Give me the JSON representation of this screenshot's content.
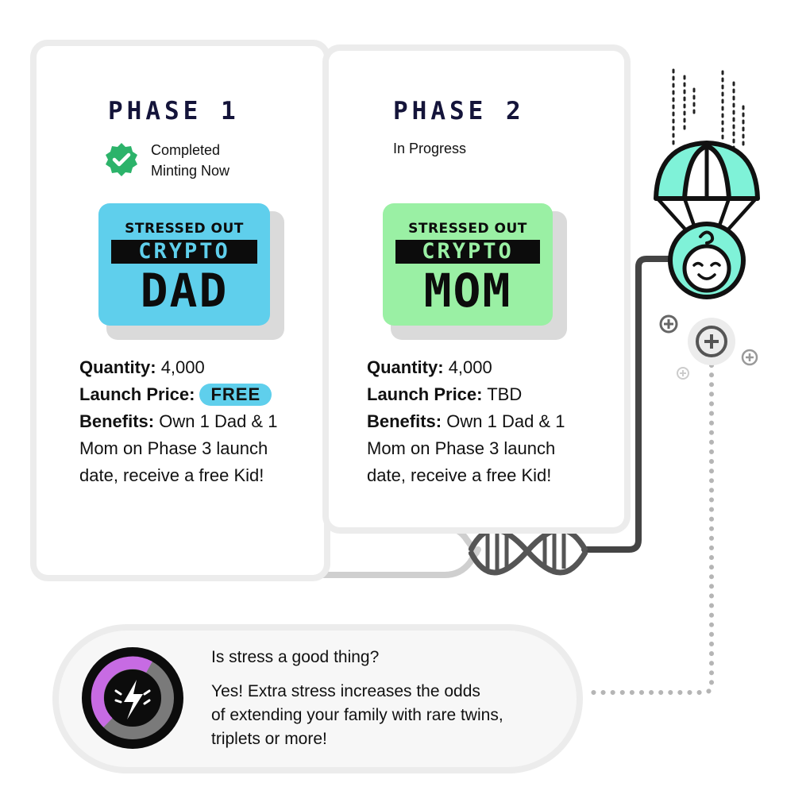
{
  "phase1": {
    "title": "PHASE 1",
    "status_line1": "Completed",
    "status_line2": "Minting Now",
    "status_icon": "verified-check-icon",
    "logo": {
      "top": "STRESSED OUT",
      "middle": "CRYPTO",
      "bottom": "DAD",
      "color": "#5fcfec"
    },
    "quantity_label": "Quantity:",
    "quantity_value": "4,000",
    "price_label": "Launch Price:",
    "price_value": "FREE",
    "benefits_label": "Benefits:",
    "benefits_line1": "Own 1 Dad & 1",
    "benefits_line2": "Mom on Phase 3 launch",
    "benefits_line3": "date, receive a free Kid!"
  },
  "phase2": {
    "title": "PHASE 2",
    "status_line1": "In Progress",
    "logo": {
      "top": "STRESSED OUT",
      "middle": "CRYPTO",
      "bottom": "MOM",
      "color": "#9af0a4"
    },
    "quantity_label": "Quantity:",
    "quantity_value": "4,000",
    "price_label": "Launch Price:",
    "price_value": "TBD",
    "benefits_label": "Benefits:",
    "benefits_line1": "Own 1 Dad & 1",
    "benefits_line2": "Mom on Phase 3 launch",
    "benefits_line3": "date, receive a free Kid!"
  },
  "faq": {
    "question": "Is stress a good thing?",
    "answer_line1": "Yes! Extra stress increases the odds",
    "answer_line2": "of extending your family with rare twins,",
    "answer_line3": "triplets or more!",
    "icon": "stress-gauge-lightning-icon"
  },
  "decor": {
    "icons": [
      "parachute-baby-icon",
      "dna-helix-icon",
      "plus-circle-icon"
    ]
  },
  "colors": {
    "dad_cyan": "#5fcfec",
    "mom_green": "#9af0a4",
    "verified_green": "#2cb36a",
    "parachute_mint": "#7ff2d8",
    "gauge_purple": "#c76be3"
  }
}
